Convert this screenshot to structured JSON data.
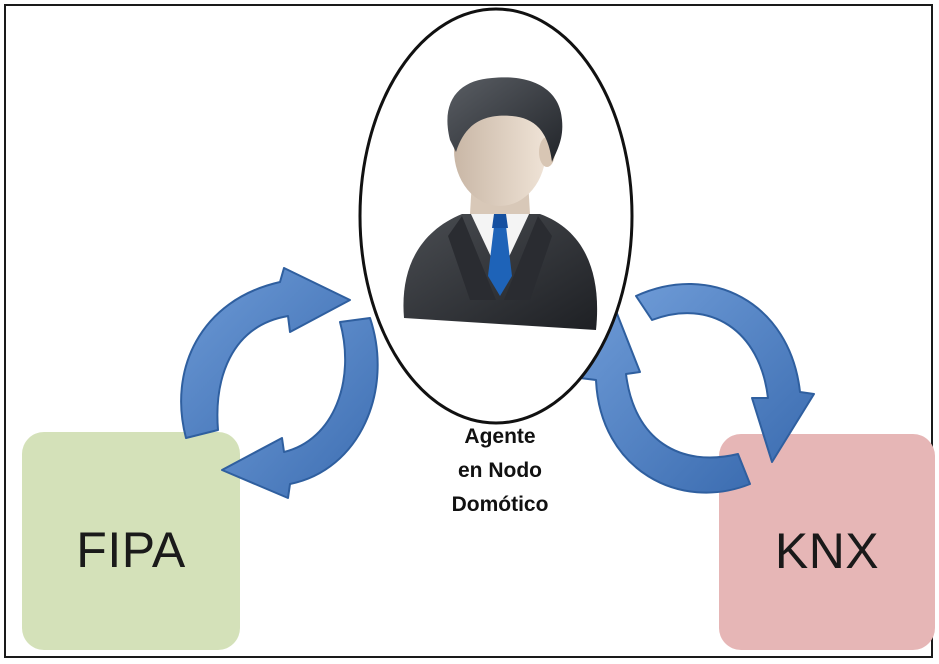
{
  "diagram": {
    "fipa_label": "FIPA",
    "knx_label": "KNX",
    "agent_label_lines": [
      "Agente",
      "en Nodo",
      "Domótico"
    ],
    "colors": {
      "fipa_box": "#d4e1b9",
      "knx_box": "#e6b6b6",
      "arrow_fill": "#4a7cc1",
      "arrow_stroke": "#2f5f9f",
      "frame": "#1a1a1a"
    },
    "icons": [
      "agent-avatar-icon",
      "cycle-arrows-icon"
    ]
  }
}
